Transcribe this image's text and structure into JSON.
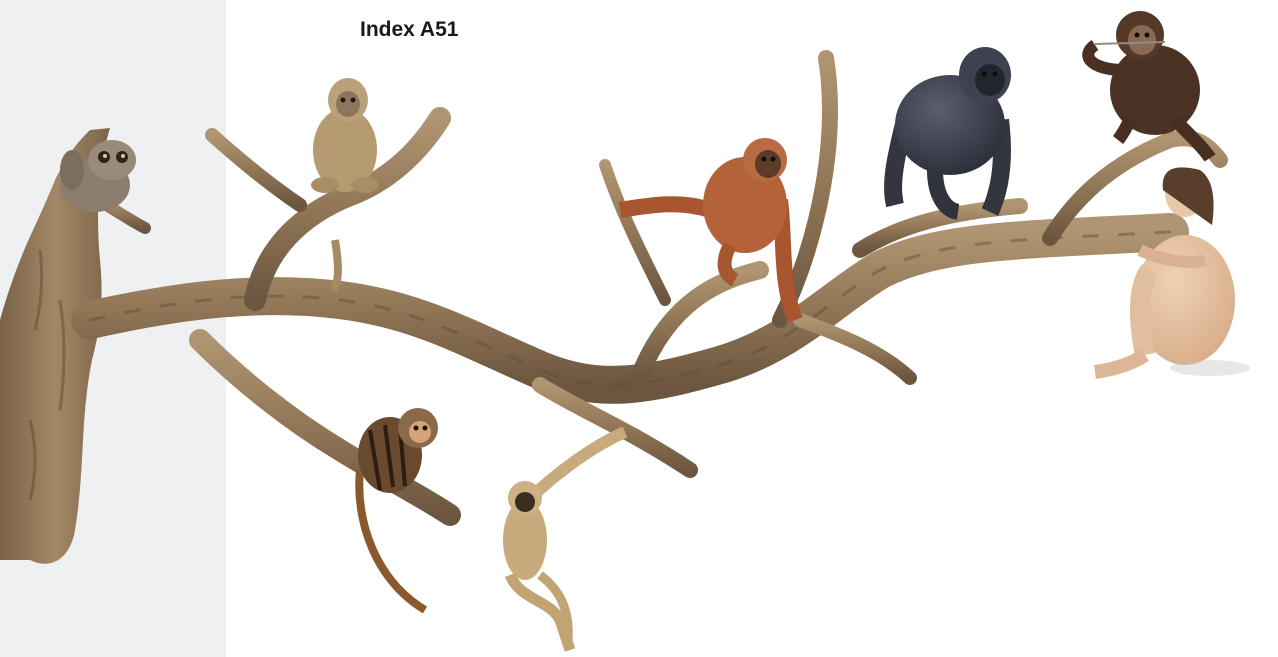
{
  "header": {
    "title": "Index A51"
  },
  "colors": {
    "panel": "#eef0f2",
    "branch": "#9a7f5e",
    "branch_dark": "#6f5a41",
    "loris": "#8d7d6e",
    "macaque": "#b69b72",
    "marmoset": "#6a4a2c",
    "gibbon": "#c8ab7c",
    "orangutan": "#b4623a",
    "gorilla": "#3e4250",
    "chimpanzee": "#4c3224",
    "human": "#e6c2a0"
  },
  "figures": [
    {
      "name": "loris",
      "icon": "loris-icon"
    },
    {
      "name": "macaque",
      "icon": "macaque-icon"
    },
    {
      "name": "marmoset",
      "icon": "marmoset-icon"
    },
    {
      "name": "gibbon",
      "icon": "gibbon-icon"
    },
    {
      "name": "orangutan",
      "icon": "orangutan-icon"
    },
    {
      "name": "gorilla",
      "icon": "gorilla-icon"
    },
    {
      "name": "chimpanzee",
      "icon": "chimpanzee-icon"
    },
    {
      "name": "human",
      "icon": "human-figure-icon"
    }
  ]
}
